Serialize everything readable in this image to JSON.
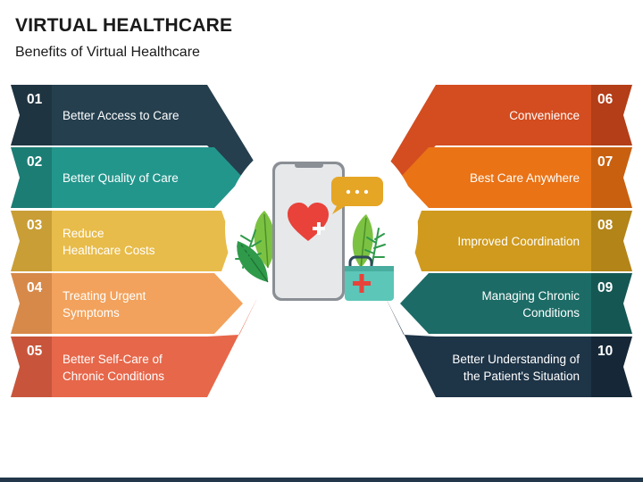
{
  "title": "VIRTUAL HEALTHCARE",
  "subtitle": "Benefits of Virtual Healthcare",
  "colors": {
    "dark_slate": "#253f4e",
    "teal": "#23968c",
    "yellow": "#e8bc4a",
    "light_orange": "#f2a25c",
    "coral": "#e7674a",
    "red_orange": "#d34d20",
    "orange": "#ea7316",
    "mustard": "#cf9a1e",
    "dark_teal": "#1c6b66",
    "navy": "#1e3447"
  },
  "left_items": [
    {
      "number": "01",
      "label": "Better Access to Care",
      "color": "#253f4e",
      "tab": "#1f3441"
    },
    {
      "number": "02",
      "label": "Better Quality of Care",
      "color": "#23968c",
      "tab": "#1c7d74"
    },
    {
      "number": "03",
      "label": "Reduce\nHealthcare Costs",
      "color": "#e8bc4a",
      "tab": "#c99e36"
    },
    {
      "number": "04",
      "label": "Treating Urgent\nSymptoms",
      "color": "#f2a25c",
      "tab": "#d7894a"
    },
    {
      "number": "05",
      "label": "Better Self-Care of\nChronic Conditions",
      "color": "#e7674a",
      "tab": "#c8553b"
    }
  ],
  "right_items": [
    {
      "number": "06",
      "label": "Convenience",
      "color": "#d34d20",
      "tab": "#b33e18"
    },
    {
      "number": "07",
      "label": "Best Care Anywhere",
      "color": "#ea7316",
      "tab": "#c86010"
    },
    {
      "number": "08",
      "label": "Improved Coordination",
      "color": "#cf9a1e",
      "tab": "#b38418"
    },
    {
      "number": "09",
      "label": "Managing Chronic\nConditions",
      "color": "#1c6b66",
      "tab": "#155753"
    },
    {
      "number": "10",
      "label": "Better Understanding of\nthe Patient's Situation",
      "color": "#1e3447",
      "tab": "#162838"
    }
  ],
  "icons": {
    "phone": "smartphone-icon",
    "heart": "heart-plus-icon",
    "chat": "chat-bubble-icon",
    "kit": "medical-kit-icon",
    "leaves": "leaf-icon"
  }
}
